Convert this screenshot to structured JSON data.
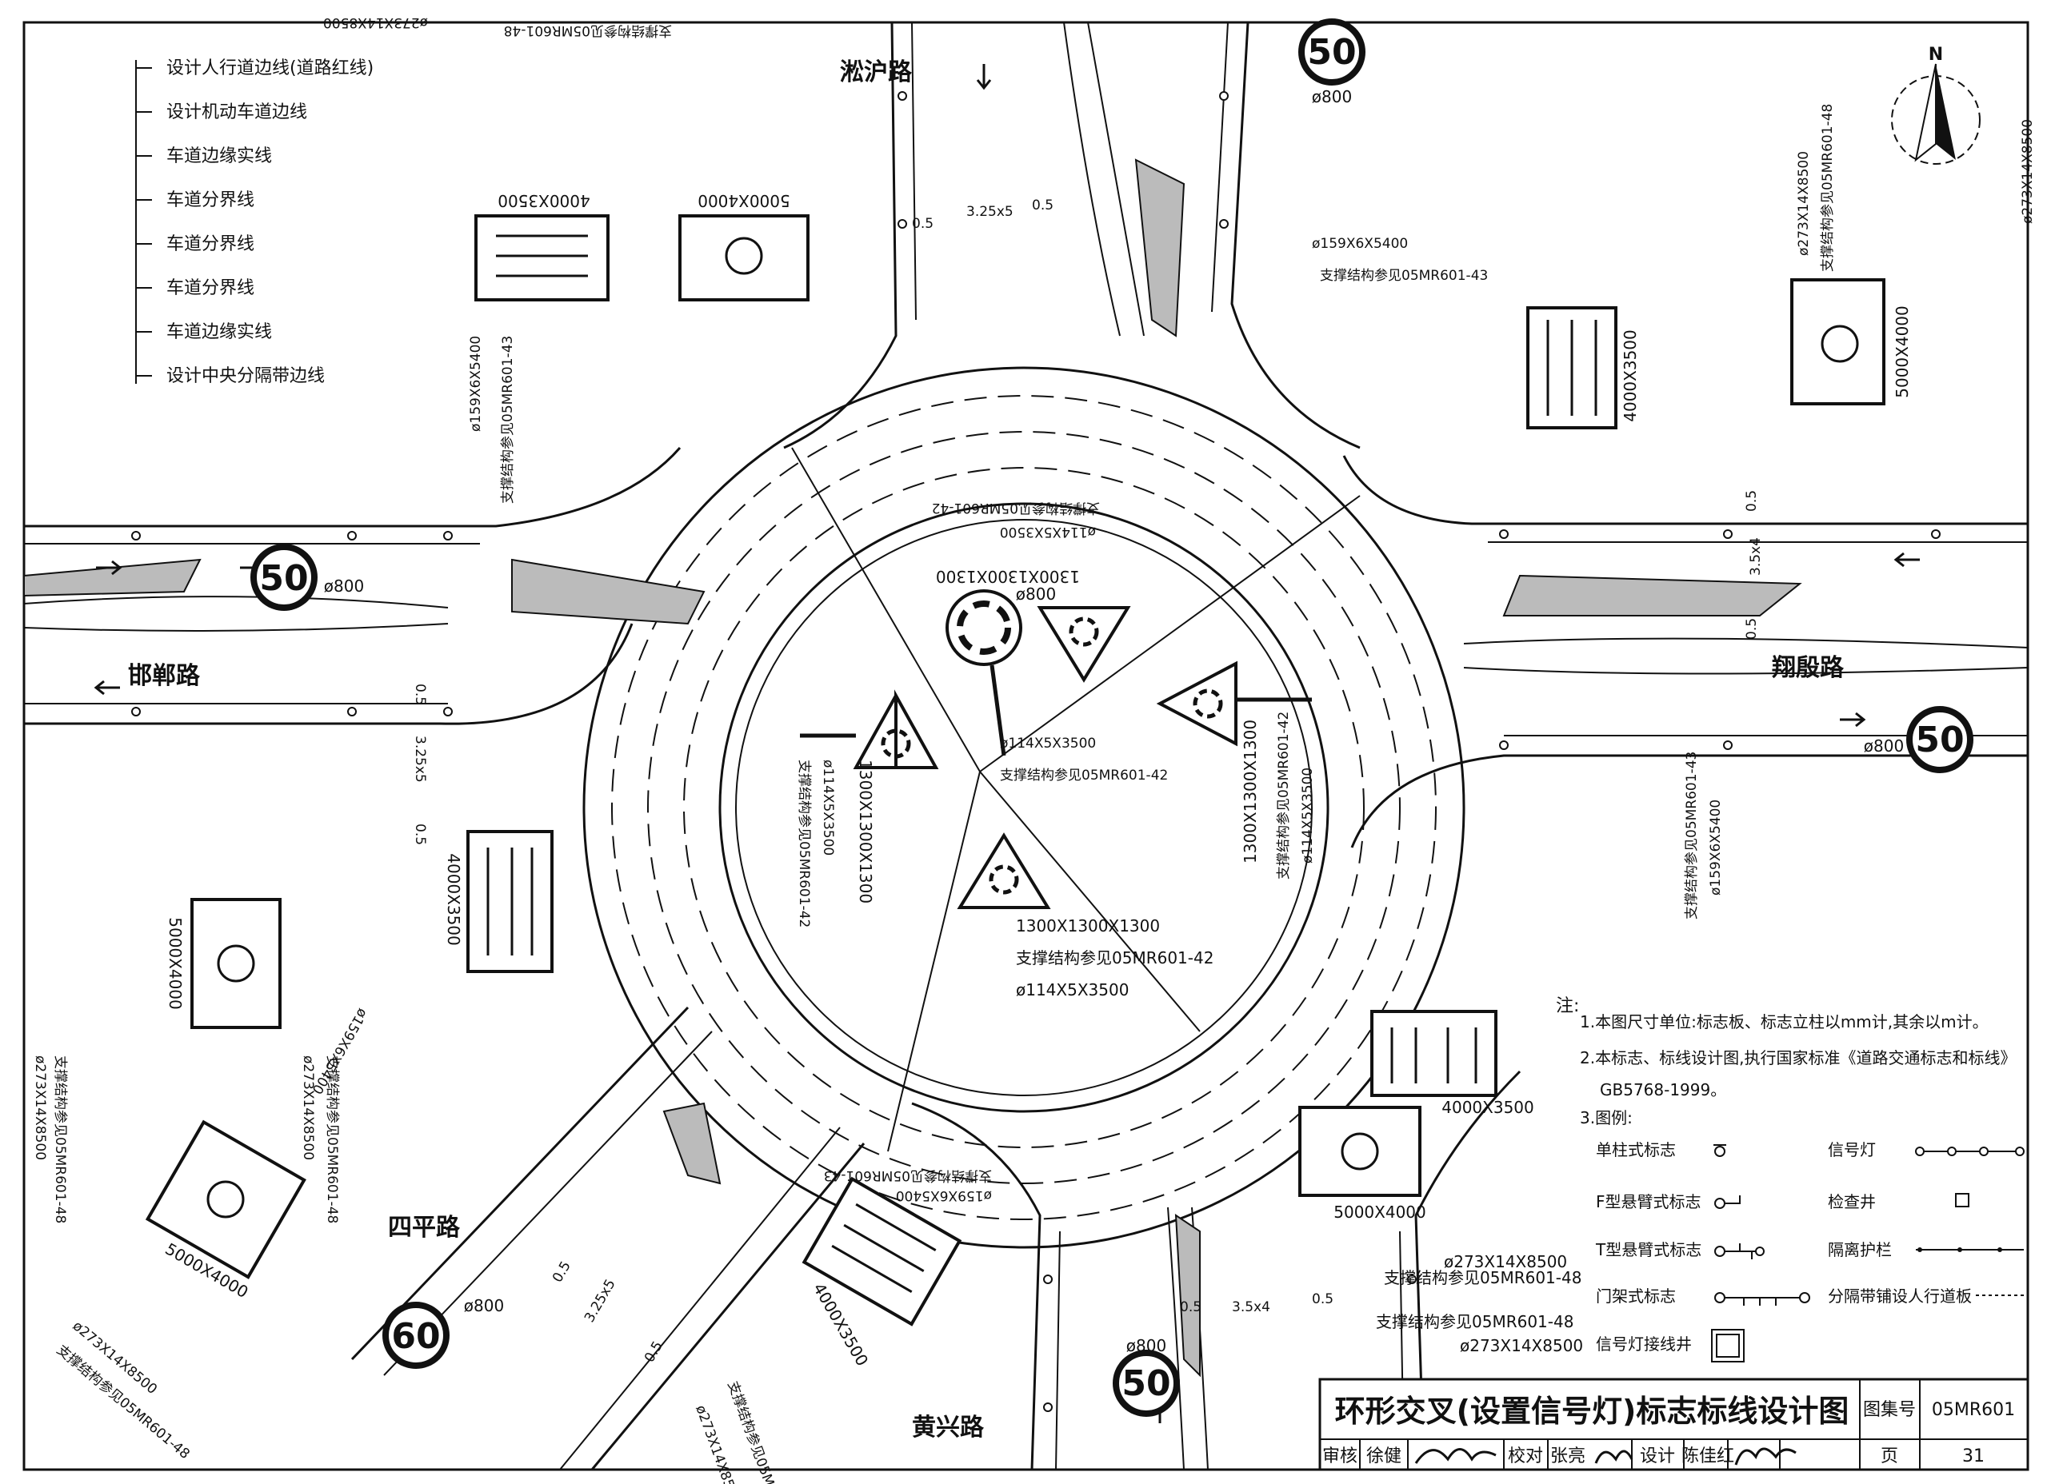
{
  "roads": {
    "north": "淞沪路",
    "west": "邯郸路",
    "east": "翔殷路",
    "southwest": "四平路",
    "south": "黄兴路"
  },
  "legend_lines": [
    "设计人行道边线(道路红线)",
    "设计机动车道边线",
    "车道边缘实线",
    "车道分界线",
    "车道分界线",
    "车道分界线",
    "车道边缘实线",
    "设计中央分隔带边线"
  ],
  "speed_limit": "50",
  "speed_limit_sw": "60",
  "sign_diameter": "ø800",
  "boards": {
    "b4000x3500": "4000X3500",
    "b5000x4000": "5000X4000",
    "b1300": "1300X1300X1300"
  },
  "poles": {
    "p273": "ø273X14X8500",
    "p159": "ø159X6X5400",
    "p114": "ø114X5X3500"
  },
  "supports": {
    "s48": "支撑结构参见05MR601-48",
    "s43": "支撑结构参见05MR601-43",
    "s42": "支撑结构参见05MR601-42"
  },
  "lane_dims": {
    "n": "3.25x5",
    "e": "3.5x4",
    "w": "3.25x5",
    "s": "3.5x4",
    "sw": "3.25x5",
    "edge": "0.5"
  },
  "north_arrow": "N",
  "notes": {
    "heading": "注:",
    "items": [
      "1.本图尺寸单位:标志板、标志立柱以mm计,其余以m计。",
      "2.本标志、标线设计图,执行国家标准《道路交通标志和标线》",
      "GB5768-1999。",
      "3.图例:"
    ]
  },
  "legend_symbols": [
    {
      "label": "单柱式标志",
      "icon": "single-post-sign-icon"
    },
    {
      "label": "信号灯",
      "icon": "signal-light-icon"
    },
    {
      "label": "F型悬臂式标志",
      "icon": "f-cantilever-sign-icon"
    },
    {
      "label": "检查井",
      "icon": "inspection-well-icon"
    },
    {
      "label": "T型悬臂式标志",
      "icon": "t-cantilever-sign-icon"
    },
    {
      "label": "隔离护栏",
      "icon": "guardrail-icon"
    },
    {
      "label": "门架式标志",
      "icon": "gantry-sign-icon"
    },
    {
      "label": "分隔带铺设人行道板",
      "icon": "median-sidewalk-icon"
    },
    {
      "label": "信号灯接线井",
      "icon": "signal-junction-well-icon"
    }
  ],
  "title_block": {
    "title": "环形交叉(设置信号灯)标志标线设计图",
    "atlas_label": "图集号",
    "atlas_no": "05MR601",
    "review_label": "审核",
    "reviewer": "徐健",
    "check_label": "校对",
    "checker": "张亮",
    "design_label": "设计",
    "designer": "陈佳红",
    "page_label": "页",
    "page_no": "31"
  },
  "colors": {
    "ink": "#111111",
    "paper": "#ffffff"
  }
}
